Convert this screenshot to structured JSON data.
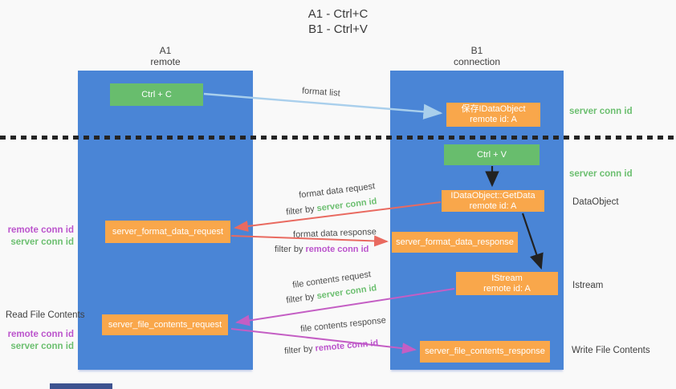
{
  "title": {
    "line1": "A1 - Ctrl+C",
    "line2": "B1 - Ctrl+V"
  },
  "lanes": {
    "a1": {
      "name": "A1",
      "subtitle": "remote"
    },
    "b1": {
      "name": "B1",
      "subtitle": "connection"
    }
  },
  "nodes": {
    "ctrl_c": "Ctrl + C",
    "ctrl_v": "Ctrl + V",
    "save_dataobject": {
      "line1": "保存IDataObject",
      "line2": "remote id: A"
    },
    "getdata": {
      "line1": "IDataObject::GetData",
      "line2": "remote id: A"
    },
    "istream": {
      "line1": "IStream",
      "line2": "remote id: A"
    },
    "format_request": "server_format_data_request",
    "format_response": "server_format_data_response",
    "file_request": "server_file_contents_request",
    "file_response": "server_file_contents_response"
  },
  "edges": {
    "format_list": {
      "label": "format list"
    },
    "format_data_request": {
      "label": "format data request",
      "filter_prefix": "filter by ",
      "filter_value": "server conn id"
    },
    "format_data_response": {
      "label": "format data response",
      "filter_prefix": "filter by ",
      "filter_value": "remote conn id"
    },
    "file_contents_request": {
      "label": "file contents request",
      "filter_prefix": "filter by ",
      "filter_value": "server conn id"
    },
    "file_contents_response": {
      "label": "file contents response",
      "filter_prefix": "filter by ",
      "filter_value": "remote conn id"
    }
  },
  "side_labels": {
    "right_server_conn_top": "server conn id",
    "right_server_conn_mid": "server conn id",
    "dataobject": "DataObject",
    "istream": "Istream",
    "write_file_contents": "Write File Contents",
    "left_remote_conn_top": "remote conn id",
    "left_server_conn_top": "server conn id",
    "read_file_contents": "Read File Contents",
    "left_remote_conn_bottom": "remote conn id",
    "left_server_conn_bottom": "server conn id"
  },
  "colors": {
    "lane_blue": "#4a85d6",
    "node_green": "#68bd6d",
    "node_orange": "#f9a74b",
    "arrow_blue": "#a9cfec",
    "arrow_red": "#e96a60",
    "arrow_magenta": "#c45ec4",
    "arrow_black": "#222222",
    "server_conn_green": "#6cbf70",
    "remote_conn_purple": "#bb54cc"
  }
}
